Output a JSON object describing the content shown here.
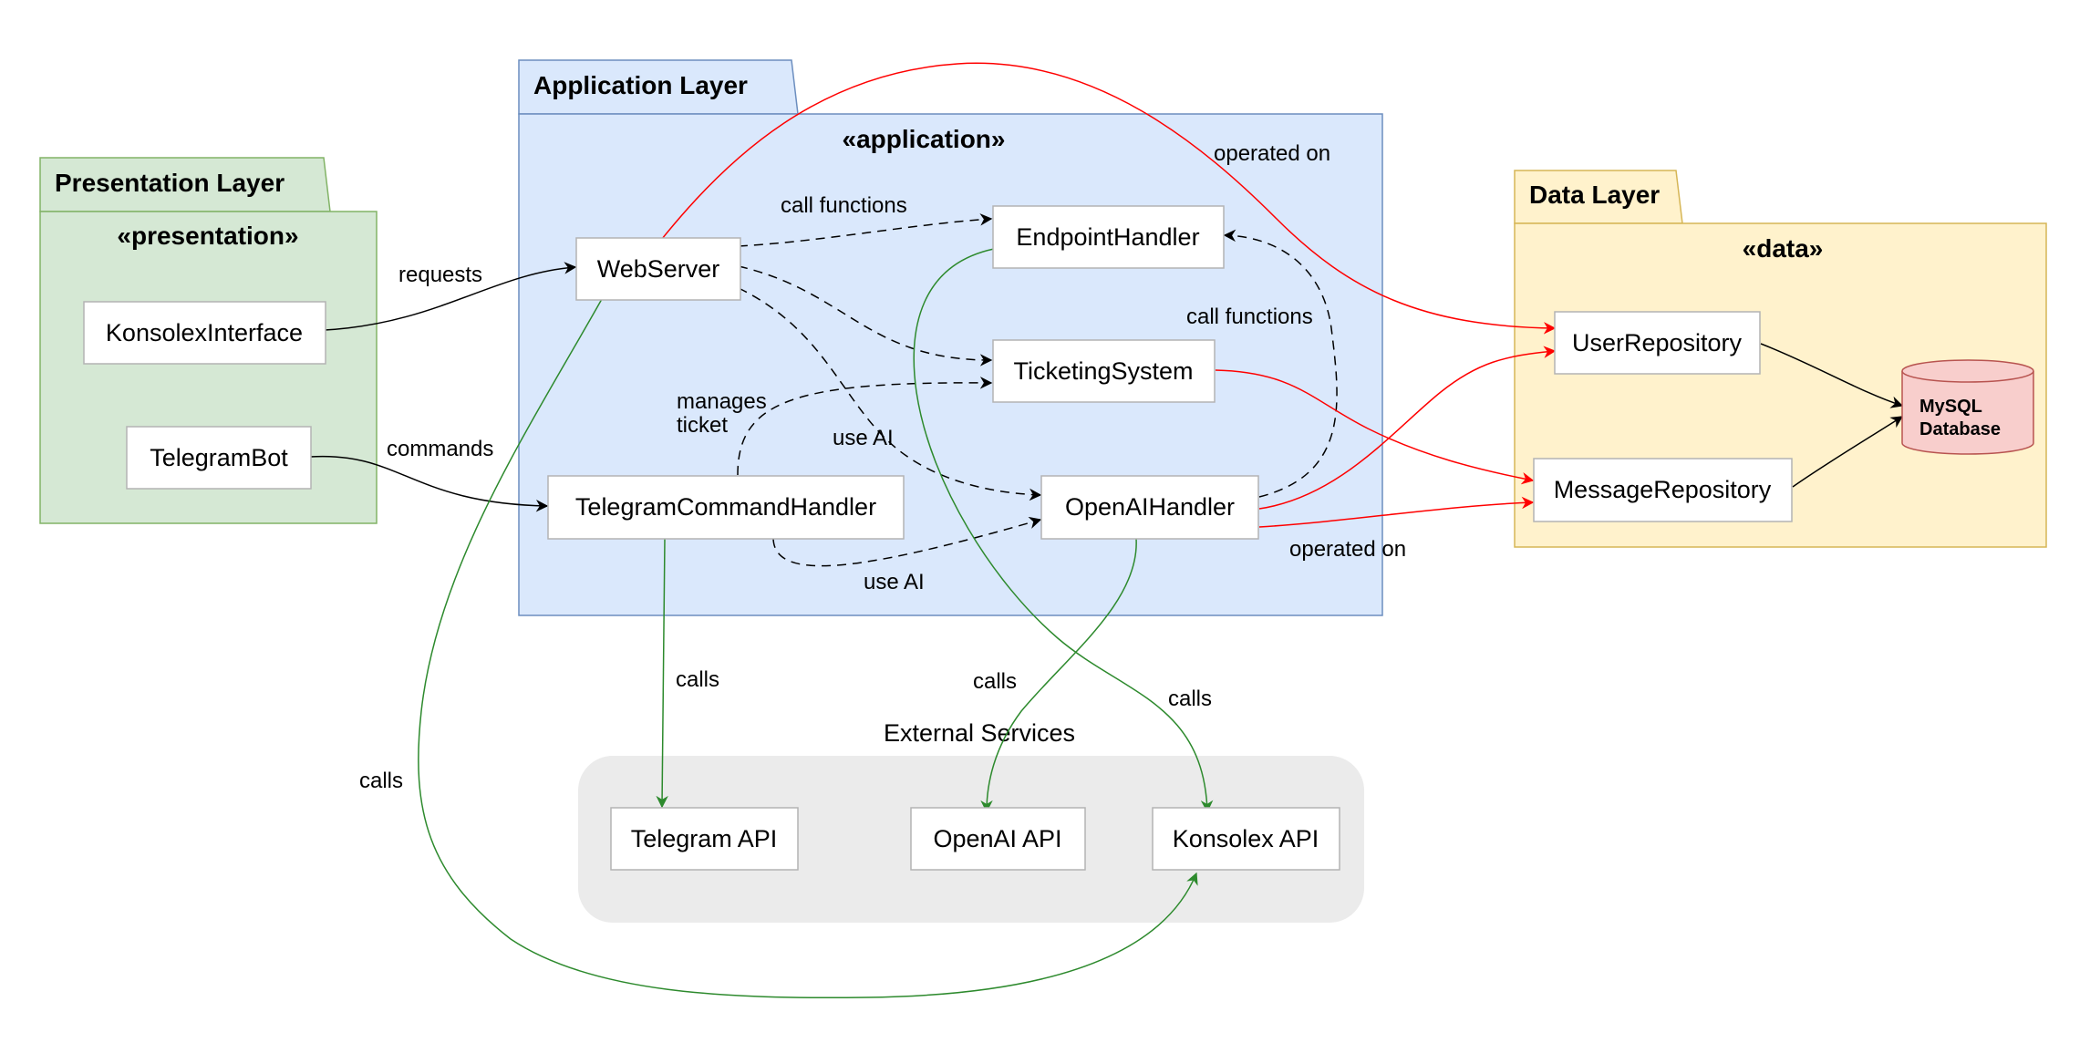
{
  "packages": {
    "presentation": {
      "title": "Presentation Layer",
      "stereotype": "«presentation»",
      "fill": "#d5e8d4",
      "stroke": "#82b366"
    },
    "application": {
      "title": "Application Layer",
      "stereotype": "«application»",
      "fill": "#dae8fc",
      "stroke": "#6c8ebf"
    },
    "data": {
      "title": "Data Layer",
      "stereotype": "«data»",
      "fill": "#fff2cc",
      "stroke": "#d6b656"
    }
  },
  "external": {
    "title": "External Services",
    "fill": "#ebebeb"
  },
  "components": {
    "konsolexInterface": "KonsolexInterface",
    "telegramBot": "TelegramBot",
    "webServer": "WebServer",
    "endpointHandler": "EndpointHandler",
    "ticketingSystem": "TicketingSystem",
    "telegramCommandHandler": "TelegramCommandHandler",
    "openAIHandler": "OpenAIHandler",
    "userRepository": "UserRepository",
    "messageRepository": "MessageRepository",
    "telegramApi": "Telegram API",
    "openAiApi": "OpenAI API",
    "konsolexApi": "Konsolex API"
  },
  "database": {
    "line1": "MySQL",
    "line2": "Database",
    "fill": "#f8cecc",
    "stroke": "#b85450"
  },
  "edge_labels": {
    "requests": "requests",
    "commands": "commands",
    "call_functions_top": "call functions",
    "call_functions_right": "call functions",
    "manages_ticket_1": "manages",
    "manages_ticket_2": "ticket",
    "use_ai_mid": "use AI",
    "use_ai_bottom": "use AI",
    "operated_on_top": "operated on",
    "operated_on_bottom": "operated on",
    "calls_left": "calls",
    "calls_telegram": "calls",
    "calls_openai": "calls",
    "calls_konsolex": "calls"
  },
  "colors": {
    "red_edge": "#ff0000",
    "green_edge": "#2d8a2d",
    "black_edge": "#000000"
  }
}
